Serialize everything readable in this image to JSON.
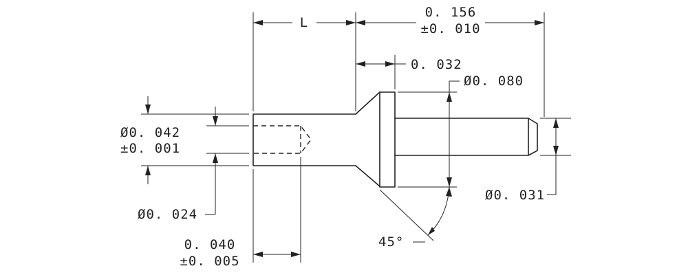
{
  "dimensions": {
    "length_label": "L",
    "overall_length": "0. 156",
    "overall_length_tol": "±0. 010",
    "head_thickness": "0. 032",
    "head_diameter": "Ø0. 080",
    "shank_diameter": "Ø0. 042",
    "shank_diameter_tol": "±0. 001",
    "hole_diameter": "Ø0. 024",
    "hole_depth": "0. 040",
    "hole_depth_tol": "±0. 005",
    "pin_diameter": "Ø0. 031",
    "chamfer_angle": "45°"
  }
}
